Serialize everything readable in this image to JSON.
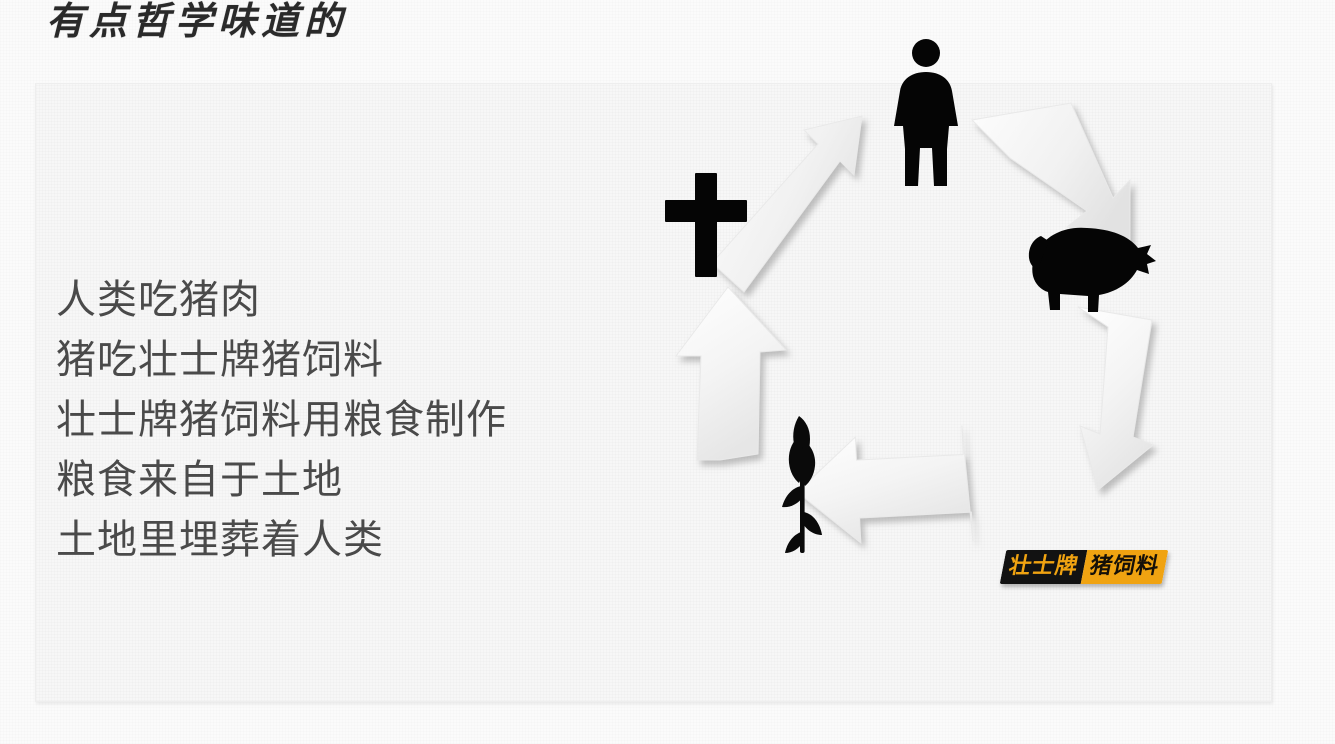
{
  "slide": {
    "heading": "有点哲学味道的",
    "body_lines": [
      "人类吃猪肉",
      "猪吃壮士牌猪饲料",
      "壮士牌猪饲料用粮食制作",
      "粮食来自于土地",
      "土地里埋葬着人类"
    ]
  },
  "feed_label": {
    "brand_part": "壮士牌",
    "product_part": "猪饲料",
    "full_text": "壮士牌猪饲料",
    "background_dark": "#121212",
    "background_orange": "#f0a311",
    "text_orange": "#f0a311",
    "text_dark": "#151008"
  },
  "cycle_diagram": {
    "description": "五步循环图，顺时针箭头连接五个图标",
    "direction": "clockwise",
    "nodes": [
      {
        "id": "human",
        "icon": "person-icon",
        "label": "人类",
        "position": "top"
      },
      {
        "id": "pig",
        "icon": "pig-icon",
        "label": "猪",
        "position": "right"
      },
      {
        "id": "feed",
        "icon": "feed-label-icon",
        "label": "壮士牌猪饲料",
        "position": "bottom-right"
      },
      {
        "id": "grain",
        "icon": "wheat-icon",
        "label": "粮食",
        "position": "bottom-left"
      },
      {
        "id": "grave",
        "icon": "cross-icon",
        "label": "土地/埋葬",
        "position": "left"
      }
    ],
    "arrows": [
      {
        "id": "arrow-human-to-pig",
        "from": "human",
        "to": "pig",
        "direction": "down-right"
      },
      {
        "id": "arrow-pig-to-feed",
        "from": "pig",
        "to": "feed",
        "direction": "down-left"
      },
      {
        "id": "arrow-feed-to-grain",
        "from": "feed",
        "to": "grain",
        "direction": "left"
      },
      {
        "id": "arrow-grain-to-grave",
        "from": "grain",
        "to": "grave",
        "direction": "up"
      },
      {
        "id": "arrow-grave-to-human",
        "from": "grave",
        "to": "human",
        "direction": "up-right"
      }
    ],
    "arrow_fill": "#f2f2f2",
    "icon_color": "#000000"
  },
  "colors": {
    "page_background": "#fbfbfb",
    "panel_background": "#f7f7f7",
    "heading_text": "#2a2a2a",
    "body_text": "#4a4a4a"
  }
}
